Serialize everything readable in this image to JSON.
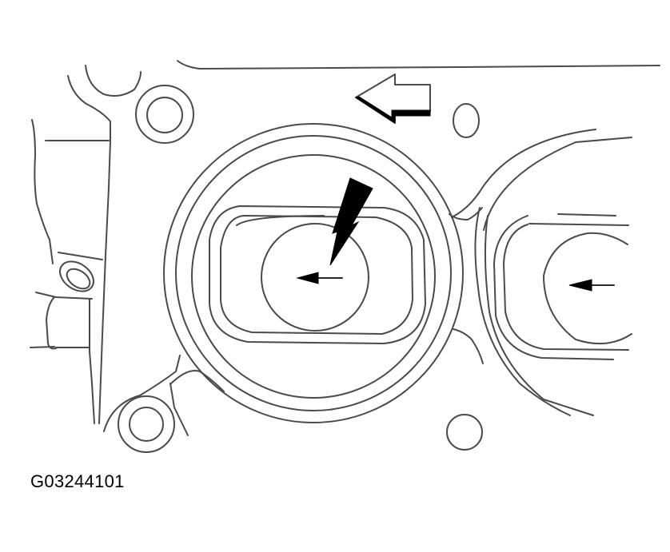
{
  "figure": {
    "id_label": "G03244101",
    "type": "line-art technical illustration",
    "subject": "cylinder head / gasket surface with bores",
    "background_color": "#ffffff",
    "line_color": "#4a4a4a"
  },
  "callouts": [
    {
      "name": "direction-arrow",
      "shape": "hollow block arrow",
      "points": "left"
    },
    {
      "name": "indicator-arrow",
      "shape": "solid lightning-bolt pointer",
      "points": "into center bore"
    },
    {
      "name": "center-bore-arrow",
      "shape": "small arrow",
      "points": "left"
    },
    {
      "name": "right-bore-arrow",
      "shape": "small arrow",
      "points": "left"
    }
  ],
  "features": {
    "bores": [
      "center-bore",
      "right-bore"
    ],
    "bolt_holes": [
      "top-left-bolt-hole",
      "top-right-dowel-hole",
      "bottom-left-bolt-hole",
      "bottom-right-dowel-hole"
    ],
    "side_component": "left-side-bracket-with-stud"
  }
}
